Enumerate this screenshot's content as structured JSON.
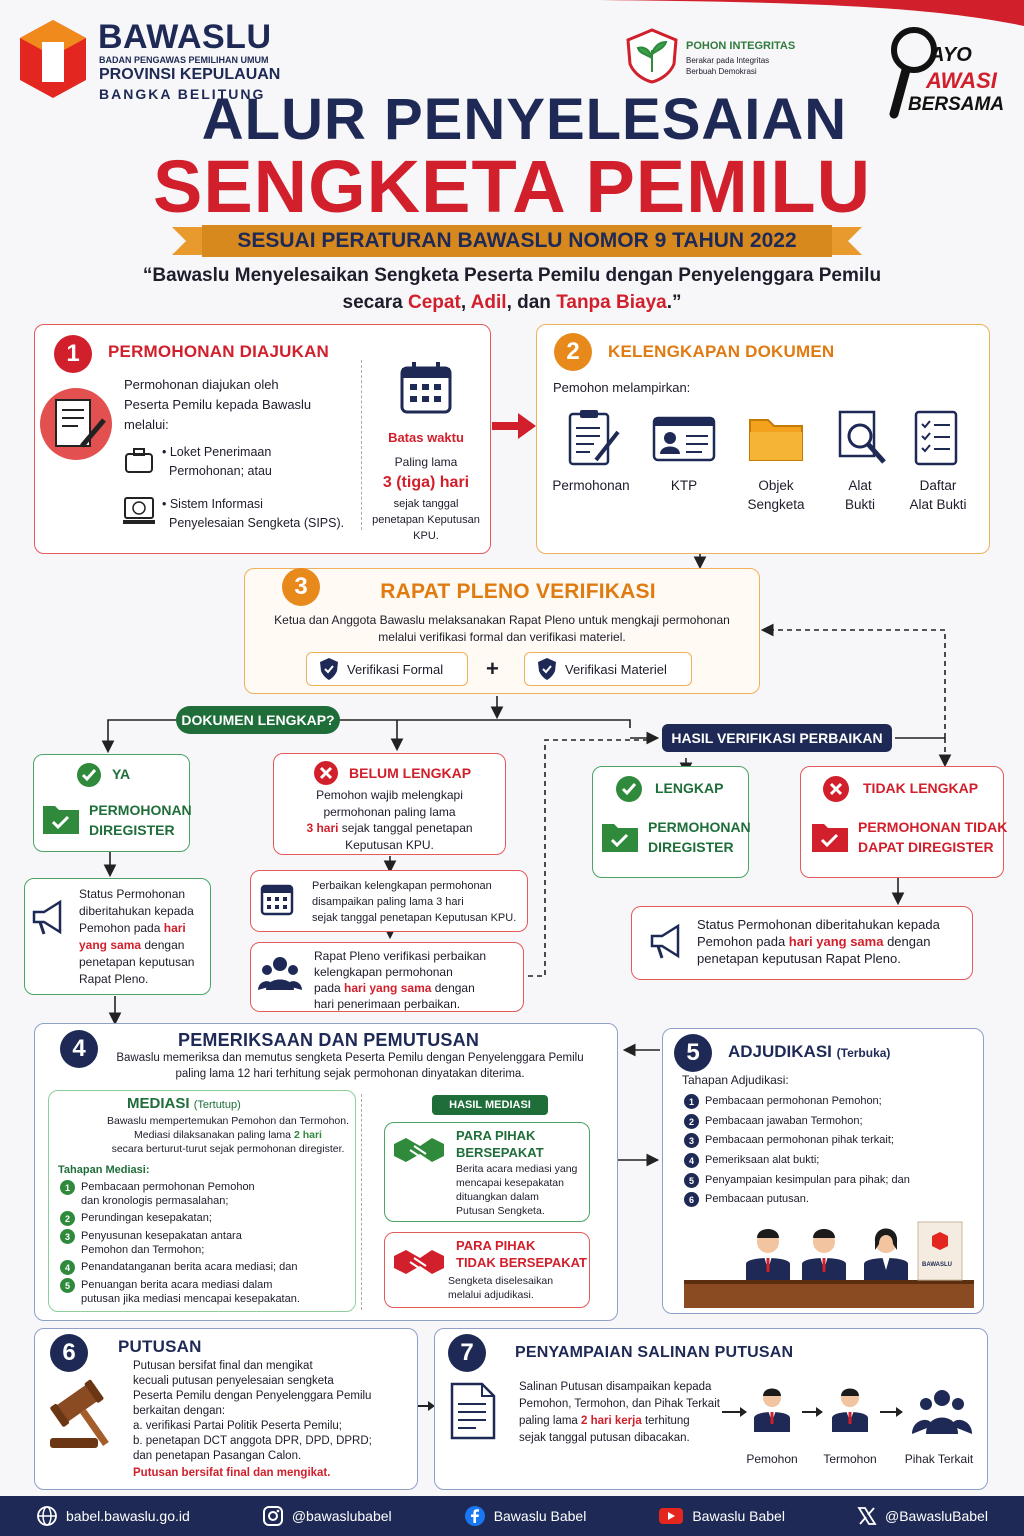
{
  "brand": {
    "name": "BAWASLU",
    "line1": "BADAN PENGAWAS PEMILIHAN UMUM",
    "line2": "PROVINSI KEPULAUAN",
    "line3": "BANGKA BELITUNG"
  },
  "pohon": {
    "title": "POHON INTEGRITAS",
    "sub1": "Berakar pada Integritas",
    "sub2": "Berbuah Demokrasi"
  },
  "ayo": {
    "l1": "AYO",
    "l2": "AWASI",
    "l3": "BERSAMA"
  },
  "title": {
    "line1": "ALUR PENYELESAIAN",
    "line2": "SENGKETA PEMILU",
    "ribbon": "SESUAI PERATURAN BAWASLU NOMOR 9 TAHUN 2022"
  },
  "quote": {
    "p1": "“Bawaslu Menyelesaikan Sengketa Peserta Pemilu dengan Penyelenggara Pemilu",
    "p2": "secara ",
    "cepat": "Cepat",
    "sep1": ", ",
    "adil": "Adil",
    "sep2": ", dan ",
    "biaya": "Tanpa Biaya",
    "end": ".”"
  },
  "s1": {
    "num": "1",
    "title": "PERMOHONAN DIAJUKAN",
    "desc1": "Permohonan diajukan oleh",
    "desc2": "Peserta Pemilu kepada Bawaslu",
    "desc3": "melalui:",
    "opt1a": "• Loket Penerimaan",
    "opt1b": "Permohonan; atau",
    "opt2a": "• Sistem Informasi",
    "opt2b": "Penyelesaian Sengketa (SIPS).",
    "bw": "Batas waktu",
    "pl": "Paling lama",
    "days": "3 (tiga) hari",
    "st1": "sejak tanggal",
    "st2": "penetapan Keputusan",
    "st3": "KPU."
  },
  "s2": {
    "num": "2",
    "title": "KELENGKAPAN DOKUMEN",
    "intro": "Pemohon melampirkan:",
    "docs": [
      [
        "Permohonan",
        ""
      ],
      [
        "KTP",
        ""
      ],
      [
        "Objek",
        "Sengketa"
      ],
      [
        "Alat",
        "Bukti"
      ],
      [
        "Daftar",
        "Alat Bukti"
      ]
    ]
  },
  "s3": {
    "num": "3",
    "title": "RAPAT PLENO VERIFIKASI",
    "d1": "Ketua dan Anggota Bawaslu melaksanakan Rapat Pleno untuk mengkaji permohonan",
    "d2": "melalui verifikasi formal dan verifikasi materiel.",
    "vf": "Verifikasi Formal",
    "plus": "+",
    "vm": "Verifikasi Materiel"
  },
  "dok": "DOKUMEN LENGKAP?",
  "ya": {
    "label": "YA",
    "r1": "PERMOHONAN",
    "r2": "DIREGISTER"
  },
  "yastat": {
    "l1": "Status Permohonan",
    "l2": "diberitahukan kepada",
    "l3a": "Pemohon pada ",
    "hari": "hari",
    "l4a": "yang sama",
    "l4b": " dengan",
    "l5": "penetapan keputusan",
    "l6": "Rapat Pleno."
  },
  "belum": {
    "label": "BELUM LENGKAP",
    "l1": "Pemohon wajib melengkapi",
    "l2": "permohonan paling lama",
    "l3a": "3 hari",
    "l3b": " sejak tanggal penetapan",
    "l4": "Keputusan KPU."
  },
  "perbaikan": {
    "l1": "Perbaikan kelengkapan permohonan",
    "l2": "disampaikan paling lama 3 hari",
    "l3": "sejak tanggal penetapan Keputusan KPU."
  },
  "rapatp": {
    "l1": "Rapat Pleno verifikasi perbaikan",
    "l2": "kelengkapan permohonan",
    "l3a": "pada ",
    "l3b": "hari yang sama",
    "l3c": " dengan",
    "l4": "hari penerimaan perbaikan."
  },
  "hasil": "HASIL VERIFIKASI PERBAIKAN",
  "lengkap": {
    "label": "LENGKAP",
    "r1": "PERMOHONAN",
    "r2": "DIREGISTER"
  },
  "tidak": {
    "label": "TIDAK LENGKAP",
    "r1": "PERMOHONAN TIDAK",
    "r2": "DAPAT DIREGISTER"
  },
  "tstat": {
    "l1": "Status Permohonan diberitahukan kepada",
    "l2a": "Pemohon pada ",
    "l2b": "hari yang sama",
    "l2c": " dengan",
    "l3": "penetapan keputusan Rapat Pleno."
  },
  "s4": {
    "num": "4",
    "title": "PEMERIKSAAN DAN PEMUTUSAN",
    "d1": "Bawaslu memeriksa dan memutus sengketa Peserta Pemilu dengan Penyelenggara Pemilu",
    "d2": "paling lama 12 hari terhitung sejak permohonan dinyatakan diterima.",
    "med": "MEDIASI",
    "medt": "(Tertutup)",
    "m1": "Bawaslu mempertemukan Pemohon dan Termohon.",
    "m2a": "Mediasi dilaksanakan paling lama ",
    "m2b": "2 hari",
    "m3": "secara berturut-turut sejak permohonan diregister.",
    "tah": "Tahapan Mediasi:",
    "steps": [
      [
        "Pembacaan permohonan Pemohon",
        "dan kronologis permasalahan;"
      ],
      [
        "Perundingan kesepakatan;",
        ""
      ],
      [
        "Penyusunan kesepakatan antara",
        "Pemohon dan Termohon;"
      ],
      [
        "Penandatanganan berita acara mediasi; dan",
        ""
      ],
      [
        "Penuangan berita acara mediasi dalam",
        "putusan jika mediasi mencapai kesepakatan."
      ]
    ],
    "hm": "HASIL MEDIASI",
    "sep1": "PARA PIHAK",
    "sep2": "BERSEPAKAT",
    "sepd": [
      "Berita acara mediasi yang",
      "mencapai kesepakatan",
      "dituangkan dalam",
      "Putusan Sengketa."
    ],
    "tsep1": "PARA PIHAK",
    "tsep2": "TIDAK BERSEPAKAT",
    "tsepd": [
      "Sengketa diselesaikan",
      "melalui adjudikasi."
    ]
  },
  "s5": {
    "num": "5",
    "title": "ADJUDIKASI",
    "tt": "(Terbuka)",
    "tah": "Tahapan Adjudikasi:",
    "steps": [
      "Pembacaan permohonan Pemohon;",
      "Pembacaan jawaban Termohon;",
      "Pembacaan permohonan pihak terkait;",
      "Pemeriksaan alat bukti;",
      "Penyampaian kesimpulan para pihak; dan",
      "Pembacaan putusan."
    ],
    "flag": "BAWASLU"
  },
  "s6": {
    "num": "6",
    "title": "PUTUSAN",
    "l1": "Putusan bersifat final dan mengikat",
    "l2": "kecuali putusan penyelesaian sengketa",
    "l3": "Peserta Pemilu dengan Penyelenggara Pemilu",
    "l4": "berkaitan dengan:",
    "l5": "a.  verifikasi Partai Politik Peserta Pemilu;",
    "l6": "b.  penetapan DCT anggota DPR, DPD, DPRD;",
    "l7": "     dan penetapan Pasangan Calon.",
    "l8": "Putusan bersifat final dan mengikat."
  },
  "s7": {
    "num": "7",
    "title": "PENYAMPAIAN SALINAN PUTUSAN",
    "l1": "Salinan Putusan disampaikan kepada",
    "l2": "Pemohon, Termohon, dan Pihak Terkait",
    "l3a": "paling lama ",
    "l3b": "2 hari kerja",
    "l3c": " terhitung",
    "l4": "sejak tanggal putusan dibacakan.",
    "p1": "Pemohon",
    "p2": "Termohon",
    "p3": "Pihak Terkait"
  },
  "footer": {
    "web": "babel.bawaslu.go.id",
    "ig": "@bawaslubabel",
    "fb": "Bawaslu Babel",
    "yt": "Bawaslu Babel",
    "x": "@BawasluBabel"
  },
  "colors": {
    "red": "#d11f2b",
    "navy": "#1e2a55",
    "orange": "#e07b12",
    "green": "#1f6e3a"
  }
}
